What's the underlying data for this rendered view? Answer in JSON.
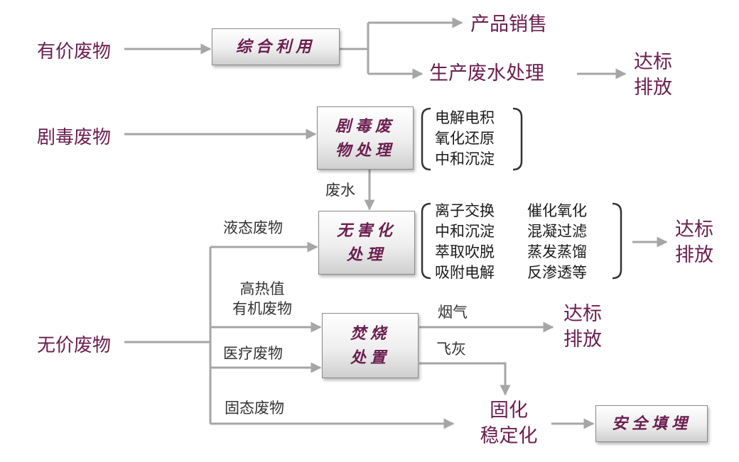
{
  "sources": {
    "valuable": "有价废物",
    "toxic": "剧毒废物",
    "worthless": "无价废物"
  },
  "boxes": {
    "comprehensive_use": "综合利用",
    "toxic_treatment": [
      "剧毒废",
      "物处理"
    ],
    "harmless": [
      "无害化",
      "处理"
    ],
    "incineration": [
      "焚烧",
      "处置"
    ],
    "landfill": "安全填埋"
  },
  "outputs": {
    "product_sales": "产品销售",
    "wastewater_treatment": "生产废水处理",
    "discharge_1": [
      "达标",
      "排放"
    ],
    "discharge_2": [
      "达标",
      "排放"
    ],
    "discharge_3": [
      "达标",
      "排放"
    ],
    "solidify": [
      "固化",
      "稳定化"
    ]
  },
  "labels": {
    "wastewater": "废水",
    "liquid_waste": "液态废物",
    "high_heat_organic": [
      "高热值",
      "有机废物"
    ],
    "medical_waste": "医疗废物",
    "solid_waste": "固态废物",
    "flue_gas": "烟气",
    "fly_ash": "飞灰"
  },
  "methods": {
    "toxic": [
      "电解电积",
      "氧化还原",
      "中和沉淀"
    ],
    "harmless_left": [
      "离子交换",
      "中和沉淀",
      "萃取吹脱",
      "吸附电解"
    ],
    "harmless_right": [
      "催化氧化",
      "混凝过滤",
      "蒸发蒸馏",
      "反渗透等"
    ]
  },
  "colors": {
    "text_accent": "#6b1e4f",
    "arrow": "#a6a6a6",
    "bracket": "#333333"
  }
}
